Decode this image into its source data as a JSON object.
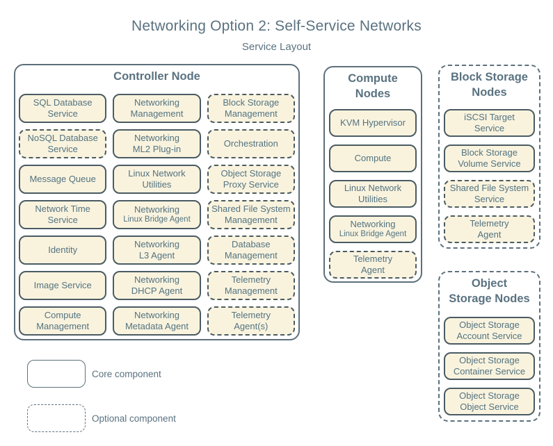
{
  "title": "Networking Option 2: Self-Service Networks",
  "subtitle": "Service Layout",
  "colors": {
    "service_fill": "#f9f3de",
    "service_border": "#4a5b63",
    "node_border": "#5d707b",
    "text": "#5a7280"
  },
  "nodes": {
    "controller": {
      "title": "Controller Node",
      "style": "core",
      "services": [
        {
          "label": "SQL Database\nService",
          "type": "core"
        },
        {
          "label": "Networking\nManagement",
          "type": "core"
        },
        {
          "label": "Block Storage\nManagement",
          "type": "optional"
        },
        {
          "label": "NoSQL Database\nService",
          "type": "optional"
        },
        {
          "label": "Networking\nML2 Plug-in",
          "type": "core"
        },
        {
          "label": "Orchestration",
          "type": "optional"
        },
        {
          "label": "Message Queue",
          "type": "core"
        },
        {
          "label": "Linux Network\nUtilities",
          "type": "core"
        },
        {
          "label": "Object Storage\nProxy Service",
          "type": "optional"
        },
        {
          "label": "Network Time\nService",
          "type": "core"
        },
        {
          "label": "Networking",
          "sub": "Linux Bridge Agent",
          "type": "core"
        },
        {
          "label": "Shared File System\nManagement",
          "type": "optional"
        },
        {
          "label": "Identity",
          "type": "core"
        },
        {
          "label": "Networking\nL3 Agent",
          "type": "core"
        },
        {
          "label": "Database\nManagement",
          "type": "optional"
        },
        {
          "label": "Image Service",
          "type": "core"
        },
        {
          "label": "Networking\nDHCP Agent",
          "type": "core"
        },
        {
          "label": "Telemetry\nManagement",
          "type": "optional"
        },
        {
          "label": "Compute\nManagement",
          "type": "core"
        },
        {
          "label": "Networking\nMetadata Agent",
          "type": "core"
        },
        {
          "label": "Telemetry\nAgent(s)",
          "type": "optional"
        }
      ]
    },
    "compute": {
      "title": "Compute\nNodes",
      "style": "core",
      "services": [
        {
          "label": "KVM Hypervisor",
          "type": "core"
        },
        {
          "label": "Compute",
          "type": "core"
        },
        {
          "label": "Linux Network\nUtilities",
          "type": "core"
        },
        {
          "label": "Networking",
          "sub": "Linux Bridge Agent",
          "type": "core"
        },
        {
          "label": "Telemetry\nAgent",
          "type": "optional"
        }
      ]
    },
    "block": {
      "title": "Block Storage\nNodes",
      "style": "optional",
      "services": [
        {
          "label": "iSCSI Target\nService",
          "type": "core"
        },
        {
          "label": "Block Storage\nVolume Service",
          "type": "core"
        },
        {
          "label": "Shared File System\nService",
          "type": "optional"
        },
        {
          "label": "Telemetry\nAgent",
          "type": "optional"
        }
      ]
    },
    "object": {
      "title": "Object\nStorage Nodes",
      "style": "optional",
      "services": [
        {
          "label": "Object Storage\nAccount Service",
          "type": "core"
        },
        {
          "label": "Object Storage\nContainer Service",
          "type": "core"
        },
        {
          "label": "Object Storage\nObject Service",
          "type": "core"
        }
      ]
    }
  },
  "legend": {
    "items": [
      {
        "label": "Core component",
        "style": "core"
      },
      {
        "label": "Optional component",
        "style": "optional"
      }
    ]
  }
}
